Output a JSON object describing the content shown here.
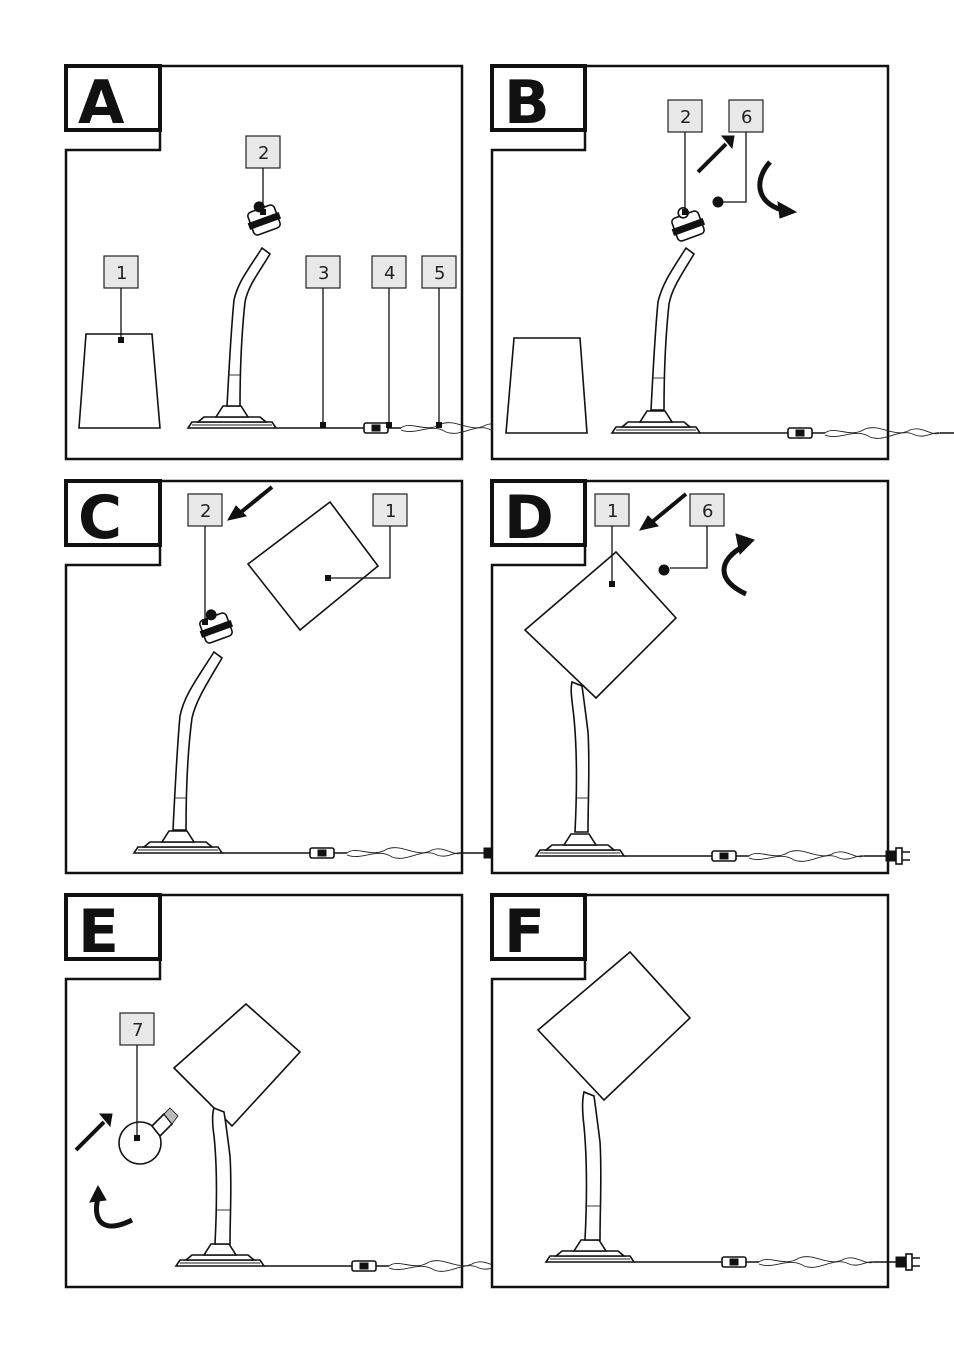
{
  "panels": [
    {
      "letter": "A",
      "labels": [
        "1",
        "2",
        "3",
        "4",
        "5"
      ]
    },
    {
      "letter": "B",
      "labels": [
        "2",
        "6"
      ]
    },
    {
      "letter": "C",
      "labels": [
        "2",
        "1"
      ]
    },
    {
      "letter": "D",
      "labels": [
        "1",
        "6"
      ]
    },
    {
      "letter": "E",
      "labels": [
        "7"
      ]
    },
    {
      "letter": "F",
      "labels": []
    }
  ]
}
